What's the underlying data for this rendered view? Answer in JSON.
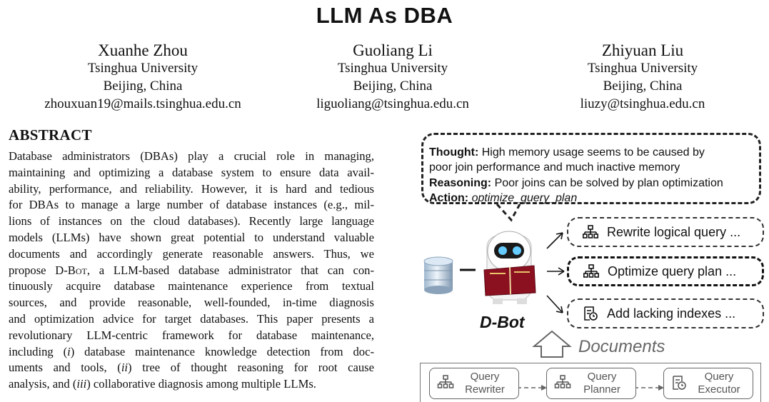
{
  "paper": {
    "title": "LLM As DBA",
    "authors": [
      {
        "name": "Xuanhe Zhou",
        "affiliation": "Tsinghua University",
        "location": "Beijing, China",
        "email": "zhouxuan19@mails.tsinghua.edu.cn"
      },
      {
        "name": "Guoliang Li",
        "affiliation": "Tsinghua University",
        "location": "Beijing, China",
        "email": "liguoliang@tsinghua.edu.cn"
      },
      {
        "name": "Zhiyuan Liu",
        "affiliation": "Tsinghua University",
        "location": "Beijing, China",
        "email": "liuzy@tsinghua.edu.cn"
      }
    ],
    "abstract_heading": "ABSTRACT",
    "abstract_lines": [
      "Database administrators (DBAs) play a crucial role in managing,",
      "maintaining and optimizing a database system to ensure data avail-",
      "ability, performance, and reliability. However, it is hard and tedious",
      "for DBAs to manage a large number of database instances (e.g., mil-",
      "lions of instances on the cloud databases). Recently large language",
      "models (LLMs) have shown great potential to understand valuable",
      "documents and accordingly generate reasonable answers. Thus, we",
      "propose D-Bot, a LLM-based database administrator that can con-",
      "tinuously acquire database maintenance experience from textual",
      "sources, and provide reasonable, well-founded, in-time diagnosis",
      "and optimization advice for target databases. This paper presents a",
      "revolutionary LLM-centric framework for database maintenance,",
      "including (i) database maintenance knowledge detection from doc-",
      "uments and tools, (ii) tree of thought reasoning for root cause",
      "analysis, and (iii) collaborative diagnosis among multiple LLMs."
    ]
  },
  "figure": {
    "thought_label": "Thought:",
    "thought_text_1": "High memory usage seems to be caused by",
    "thought_text_2": "poor join performance and much inactive memory",
    "reasoning_label": "Reasoning:",
    "reasoning_text": "Poor joins can be solved by plan optimization",
    "action_label": "Action:",
    "action_text": "optimize_query_plan",
    "actions": [
      {
        "label": "Rewrite logical query ...",
        "icon": "hierarchy-icon",
        "selected": false
      },
      {
        "label": "Optimize query plan ...",
        "icon": "hierarchy-icon",
        "selected": true
      },
      {
        "label": "Add lacking indexes ...",
        "icon": "index-doc-icon",
        "selected": false
      }
    ],
    "agent_name": "D-Bot",
    "documents_label": "Documents",
    "pipeline": [
      {
        "line1": "Query",
        "line2": "Rewriter",
        "icon": "hierarchy-icon"
      },
      {
        "line1": "Query",
        "line2": "Planner",
        "icon": "hierarchy-icon"
      },
      {
        "line1": "Query",
        "line2": "Executor",
        "icon": "index-doc-icon"
      }
    ]
  }
}
